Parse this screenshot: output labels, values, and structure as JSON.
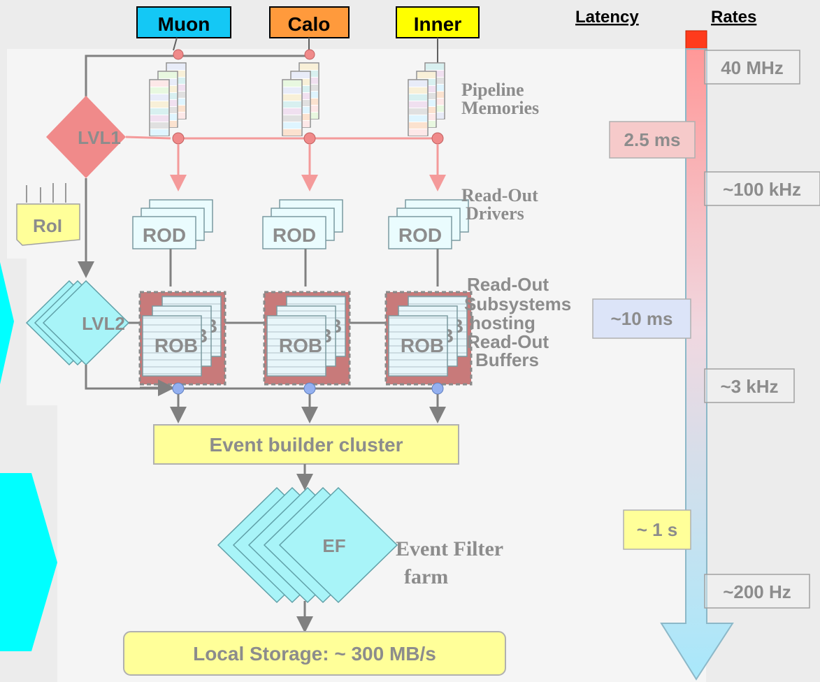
{
  "detectors": [
    {
      "label": "Muon",
      "color": "#14c8f5"
    },
    {
      "label": "Calo",
      "color": "#ff9a3c"
    },
    {
      "label": "Inner",
      "color": "#ffff00"
    }
  ],
  "header": {
    "latency": "Latency",
    "rates": "Rates"
  },
  "blocks": {
    "pipeline": [
      "Pipeline",
      "Memories"
    ],
    "rod_caption": [
      "Read-Out",
      "Drivers"
    ],
    "ros_caption": [
      "Read-Out",
      "Subsystems",
      "hosting",
      "Read-Out",
      "Buffers"
    ],
    "rod": "ROD",
    "rob": "ROB",
    "lvl1": "LVL1",
    "lvl2": "LVL2",
    "roi": "RoI",
    "event_builder": "Event builder cluster",
    "ef": "EF",
    "ef_caption": [
      "Event Filter",
      "farm"
    ],
    "storage": "Local Storage: ~ 300 MB/s"
  },
  "latencies": [
    "2.5 ms",
    "~10 ms",
    "~ 1 s"
  ],
  "rates": [
    "40 MHz",
    "~100 kHz",
    "~3 kHz",
    "~200 Hz"
  ],
  "colors": {
    "lvl1": "#f08a8a",
    "lvl2": "#a8f4f8",
    "rob_frame": "#c87a7a",
    "yellow": "#ffff99",
    "pink_line": "#f49a9a",
    "gray_line": "#808080",
    "trigger_arrow": "#00ffff"
  }
}
